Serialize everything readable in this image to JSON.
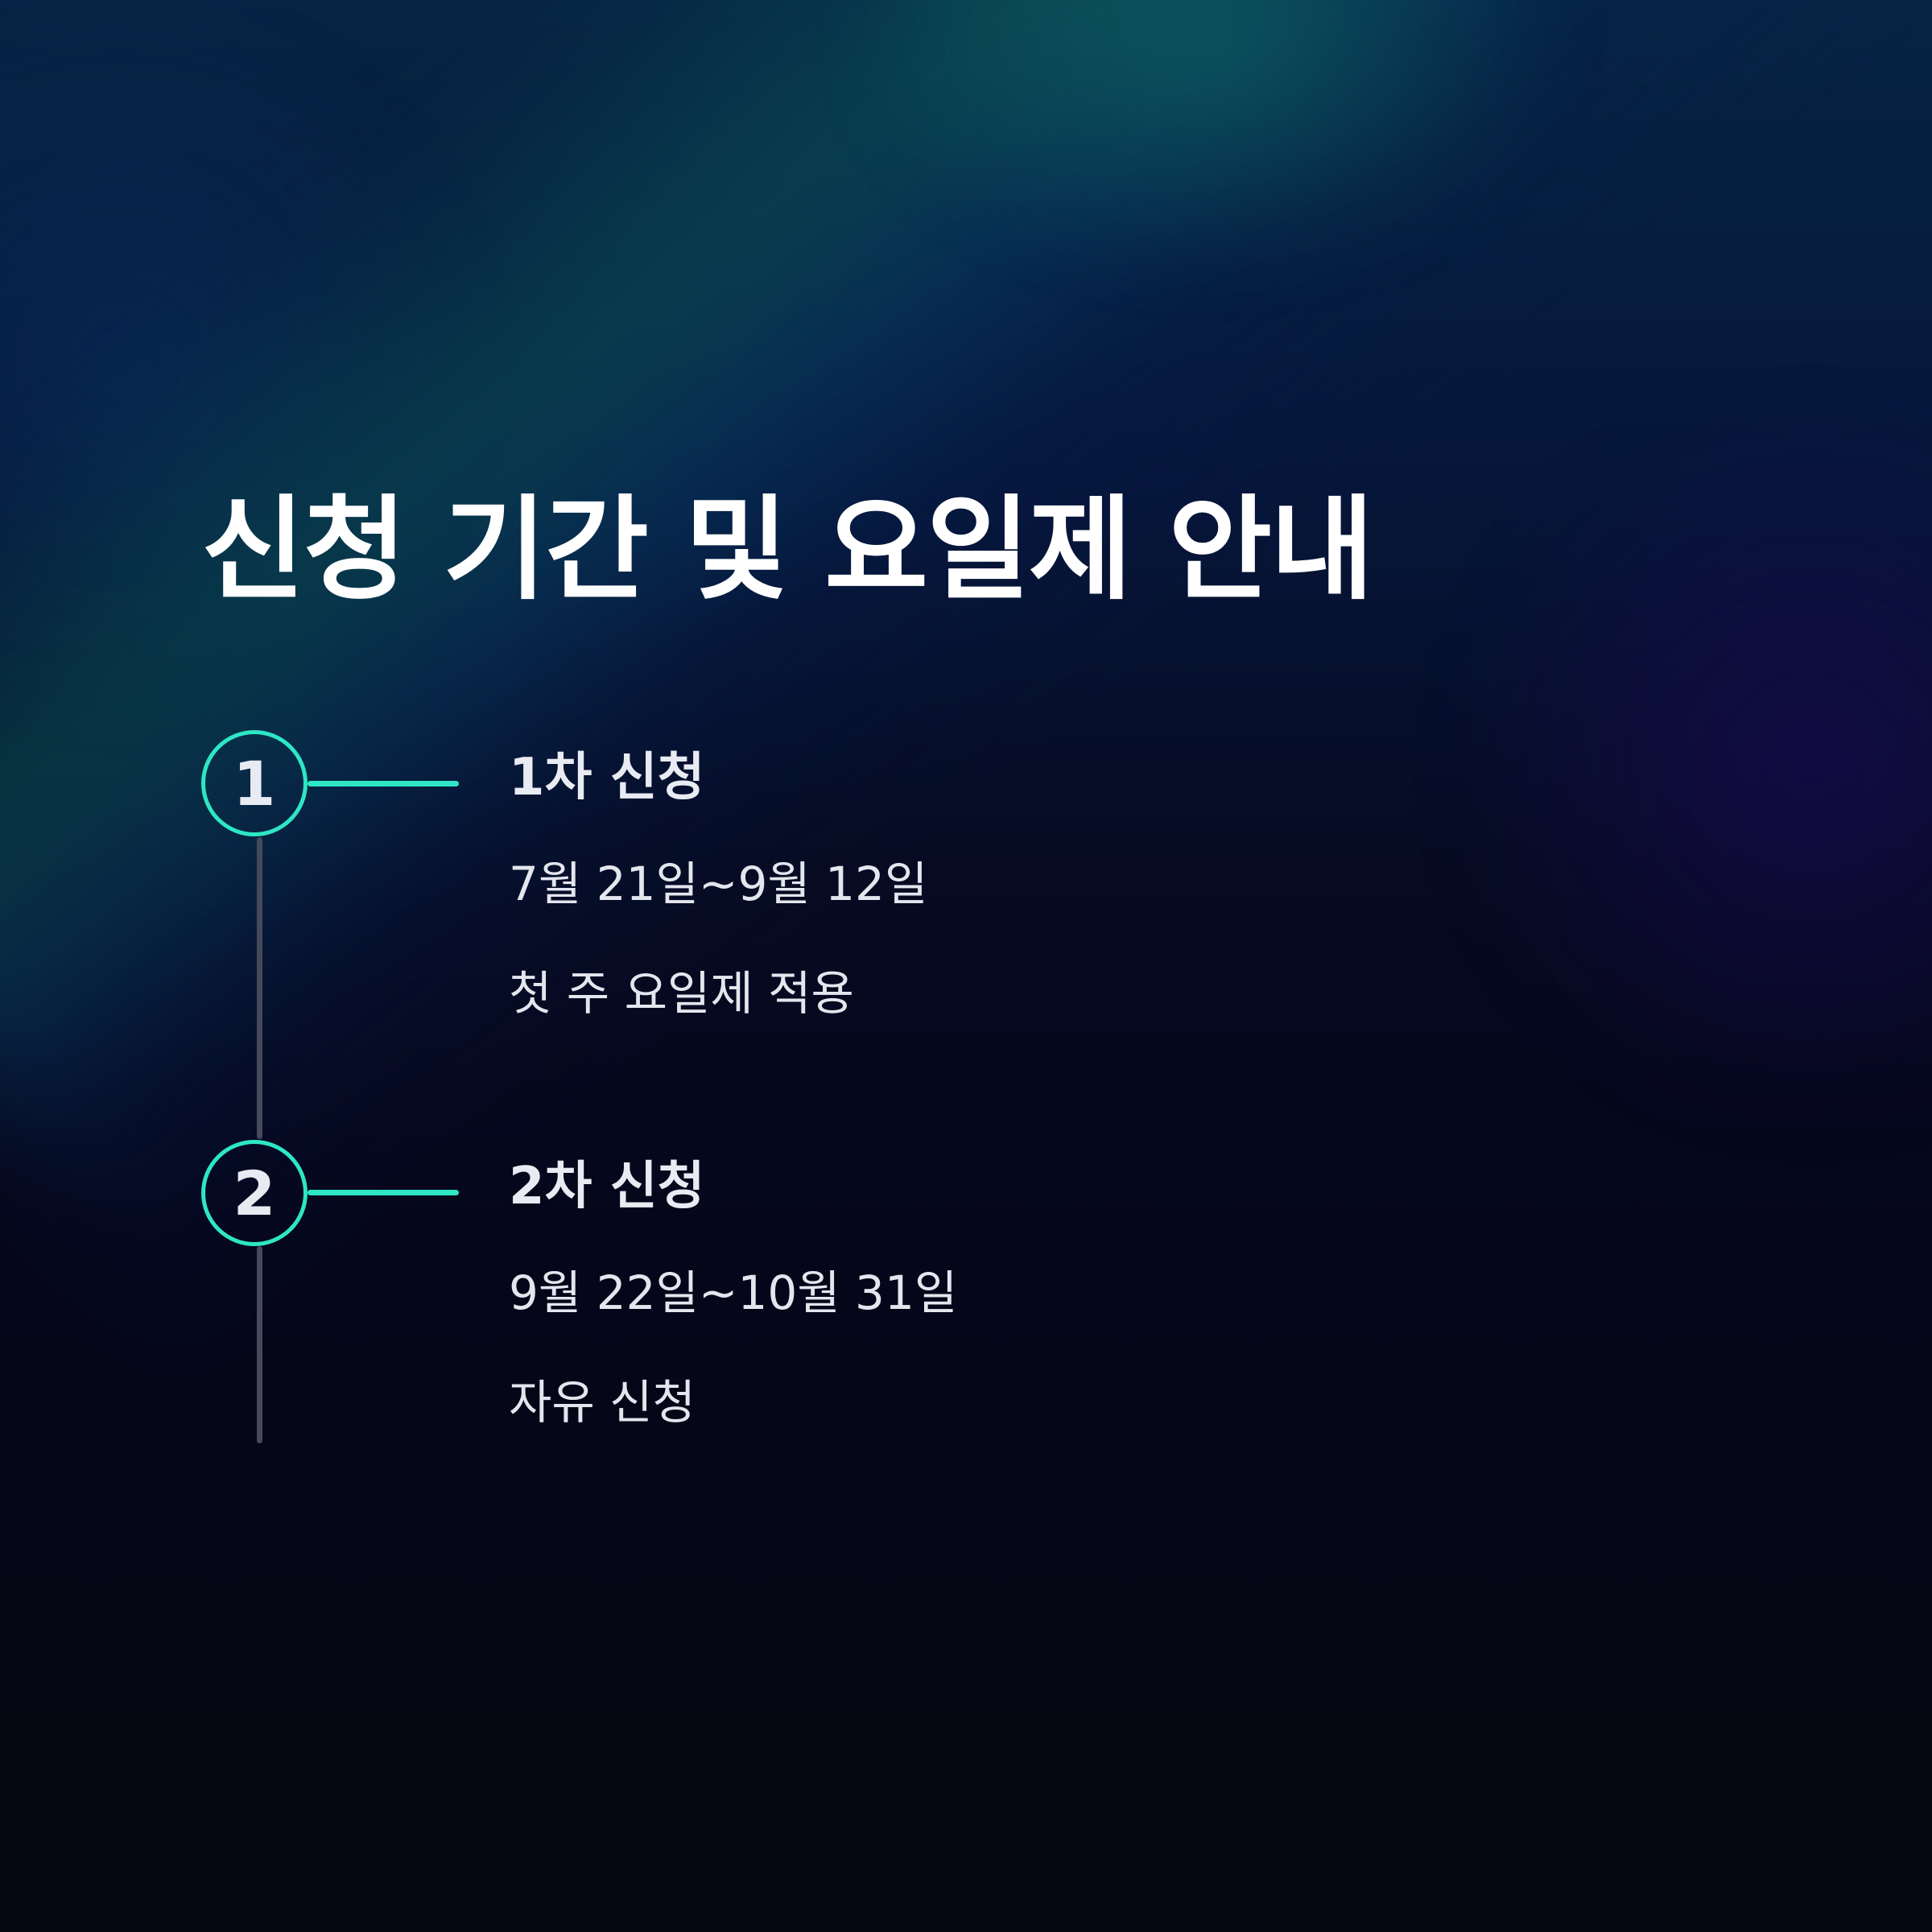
{
  "title": "신청 기간 및 요일제 안내",
  "steps": [
    {
      "number": "1",
      "title": "1차 신청",
      "period": "7월 21일~9월 12일",
      "note": "첫 주 요일제 적용"
    },
    {
      "number": "2",
      "title": "2차 신청",
      "period": "9월 22일~10월 31일",
      "note": "자유 신청"
    }
  ],
  "colors": {
    "accent": "#2ee6c4",
    "timeline": "#45495a",
    "text": "#e9ebf2",
    "background": "#05060f"
  }
}
